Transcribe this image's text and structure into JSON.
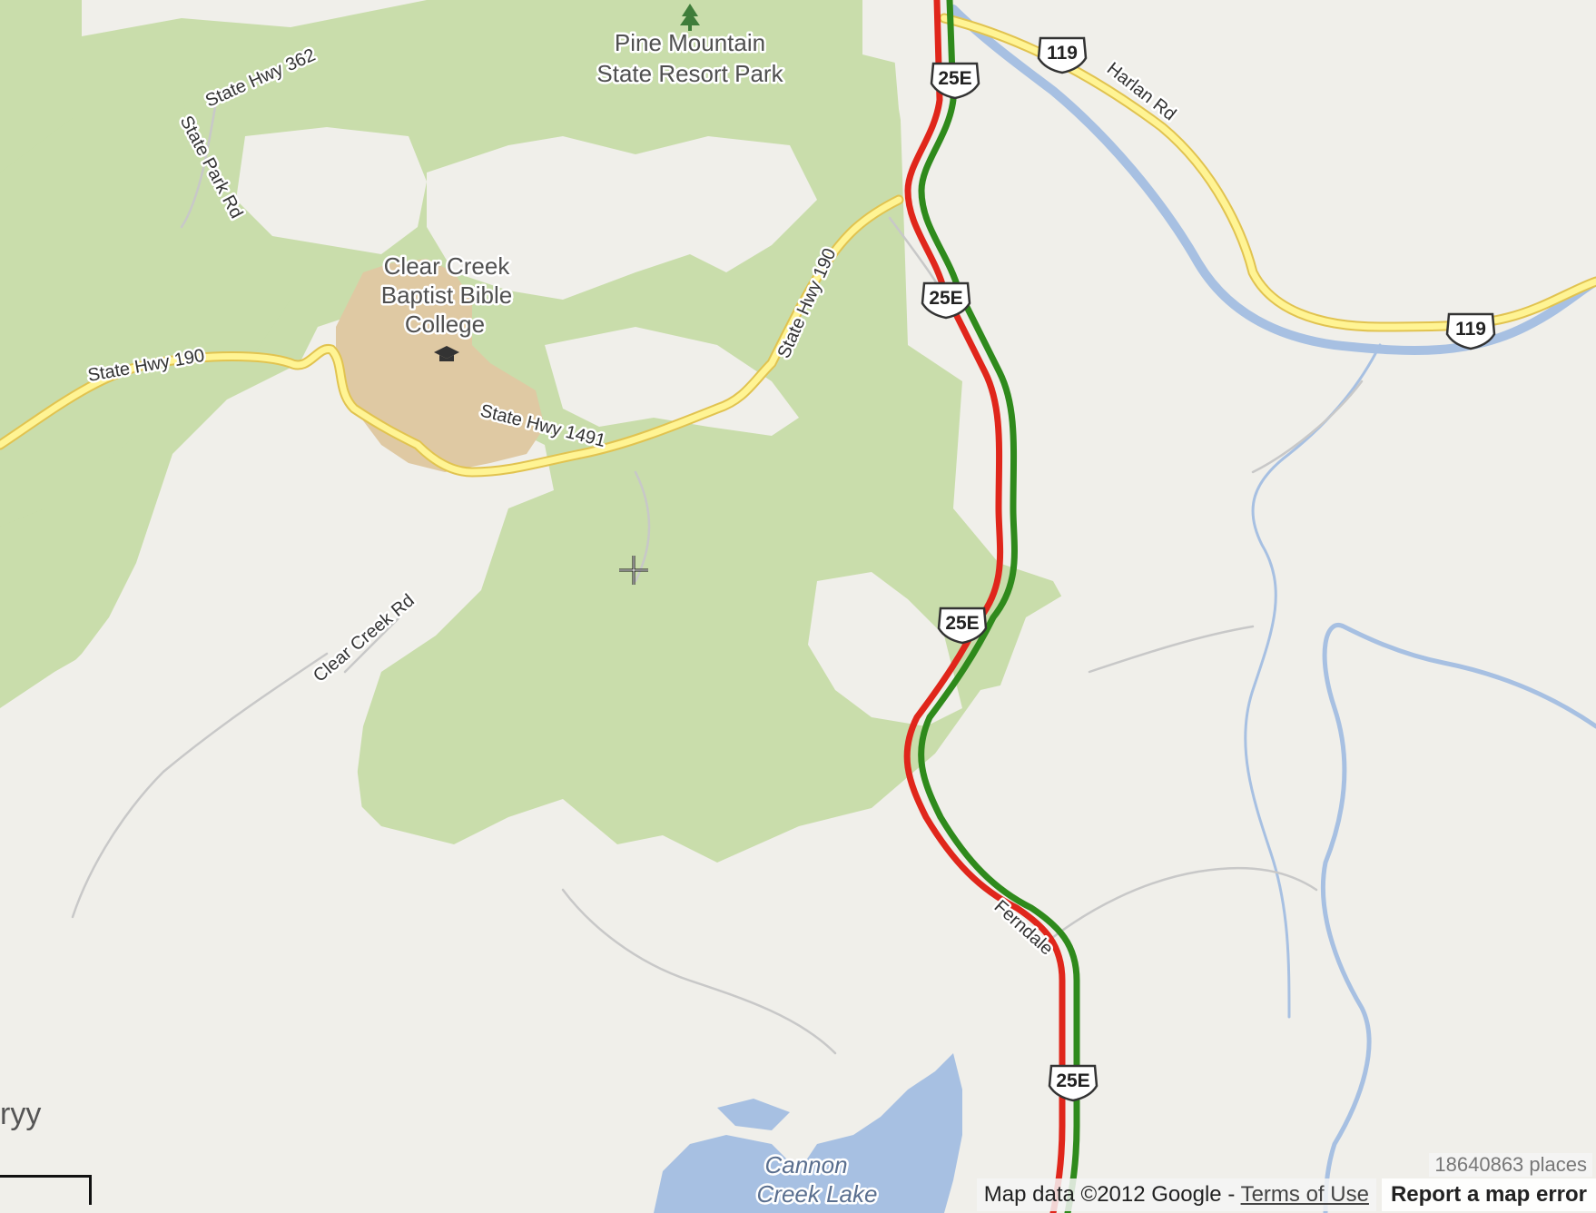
{
  "map": {
    "provider_attribution": "Map data ©2012 Google",
    "separator": "-",
    "terms_link": "Terms of Use",
    "report_button": "Report a map error",
    "places_count": "18640863 places",
    "edge_fragment": "ryy",
    "colors": {
      "land": "#f0efea",
      "park": "#c9ddab",
      "campus": "#dfc9a3",
      "water": "#a7c0e2",
      "highway": "#fff494",
      "highway_casing": "#e1c350",
      "route_red": "#e0261b",
      "route_green": "#2f8a1c",
      "minor_road": "#c9c9c9"
    },
    "pois": {
      "park_name_line1": "Pine Mountain",
      "park_name_line2": "State Resort Park",
      "college_line1": "Clear Creek",
      "college_line2": "Baptist Bible",
      "college_line3": "College",
      "lake_line1": "Cannon",
      "lake_line2": "Creek Lake"
    },
    "roads": {
      "hwy362": "State Hwy 362",
      "state_park_rd": "State Park Rd",
      "hwy190_west": "State Hwy 190",
      "hwy190_north": "State Hwy 190",
      "hwy1491": "State Hwy 1491",
      "clear_creek_rd": "Clear Creek Rd",
      "harlan_rd": "Harlan Rd",
      "ferndale": "Ferndale"
    },
    "shields": {
      "us25e": "25E",
      "us119": "119"
    },
    "icons": {
      "park": "tree-icon",
      "college": "graduation-cap-icon",
      "center": "crosshair-icon"
    }
  }
}
